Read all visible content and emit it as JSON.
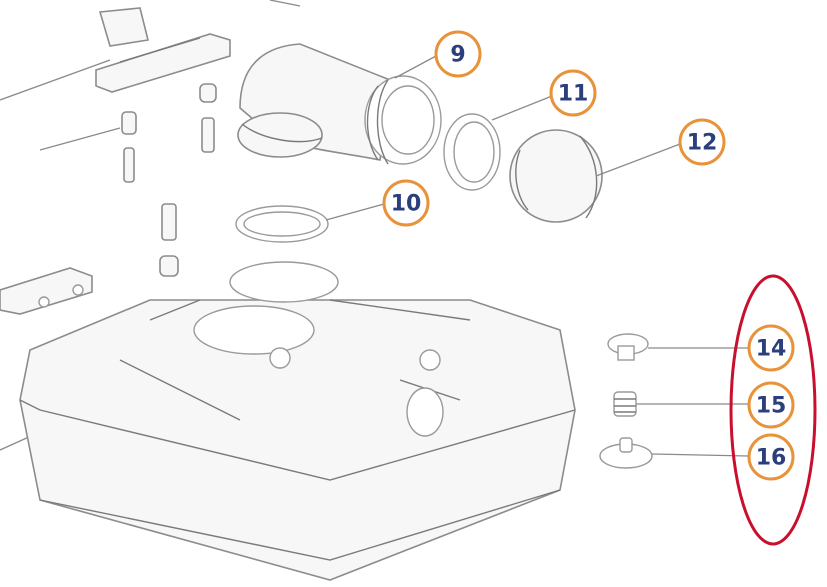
{
  "callouts": [
    {
      "id": "c9",
      "label": "9"
    },
    {
      "id": "c10",
      "label": "10"
    },
    {
      "id": "c11",
      "label": "11"
    },
    {
      "id": "c12",
      "label": "12"
    },
    {
      "id": "c14",
      "label": "14"
    },
    {
      "id": "c15",
      "label": "15"
    },
    {
      "id": "c16",
      "label": "16"
    }
  ],
  "colors": {
    "callout_border": "#e8923a",
    "callout_text": "#2b3f7d",
    "highlight": "#c8102e",
    "line_art": "#8c8c8c"
  },
  "highlighted_group": [
    "14",
    "15",
    "16"
  ]
}
